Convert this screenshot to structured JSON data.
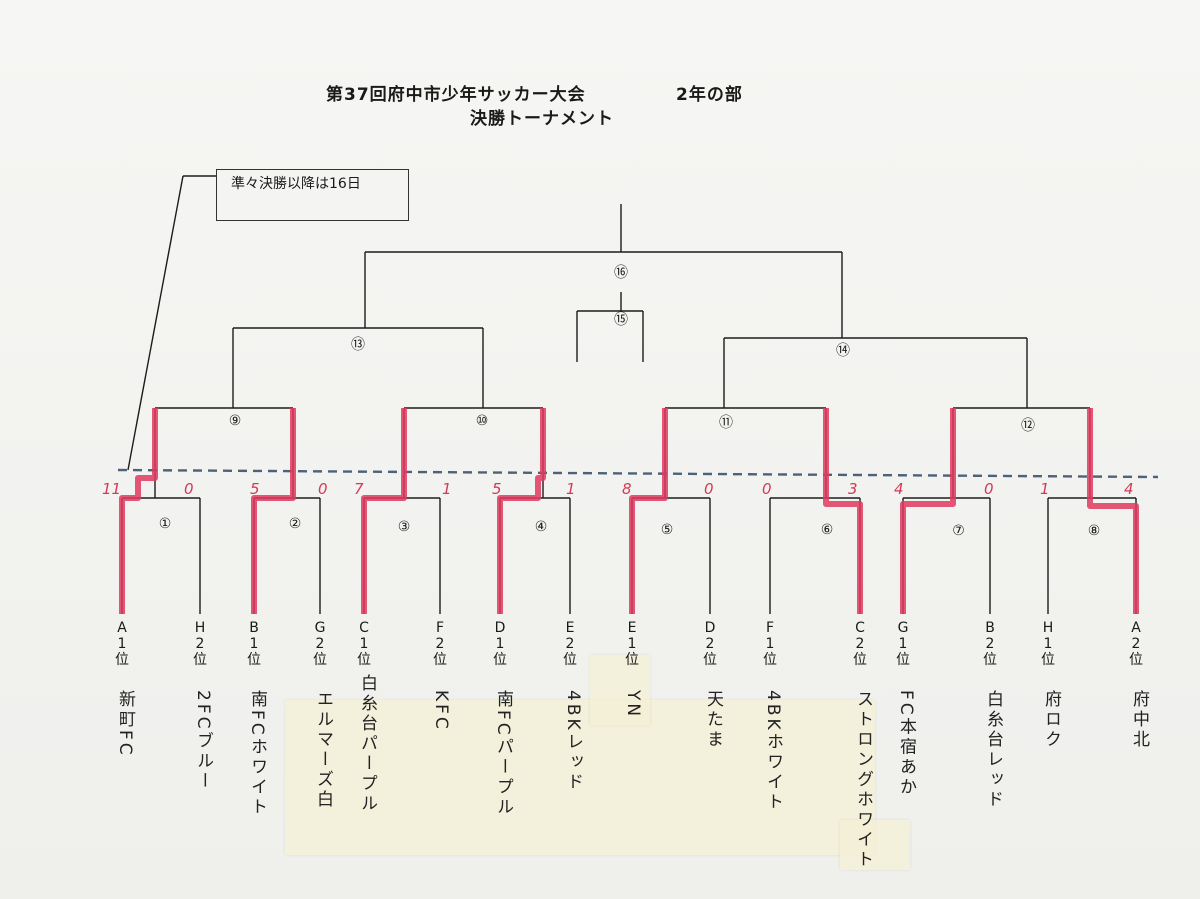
{
  "title": {
    "main": "第37回府中市少年サッカー大会",
    "year": "2年の部",
    "sub": "決勝トーナメント"
  },
  "note": "準々決勝以降は16日",
  "matches": [
    "①",
    "②",
    "③",
    "④",
    "⑤",
    "⑥",
    "⑦",
    "⑧",
    "⑨",
    "⑩",
    "⑪",
    "⑫",
    "⑬",
    "⑭",
    "⑮",
    "⑯"
  ],
  "scores": [
    "11",
    "0",
    "5",
    "0",
    "7",
    "1",
    "5",
    "1",
    "8",
    "0",
    "0",
    "3",
    "4",
    "0",
    "1",
    "4"
  ],
  "teams": [
    {
      "group": "A",
      "rank": "1",
      "pos": "位",
      "name": "新町FC"
    },
    {
      "group": "H",
      "rank": "2",
      "pos": "位",
      "name": "2FCブルー"
    },
    {
      "group": "B",
      "rank": "1",
      "pos": "位",
      "name": "南FCホワイト"
    },
    {
      "group": "G",
      "rank": "2",
      "pos": "位",
      "name": "エルマーズ白"
    },
    {
      "group": "C",
      "rank": "1",
      "pos": "位",
      "name": "白糸台パープル"
    },
    {
      "group": "F",
      "rank": "2",
      "pos": "位",
      "name": "KFC"
    },
    {
      "group": "D",
      "rank": "1",
      "pos": "位",
      "name": "南FCパープル"
    },
    {
      "group": "E",
      "rank": "2",
      "pos": "位",
      "name": "4BKレッド"
    },
    {
      "group": "E",
      "rank": "1",
      "pos": "位",
      "name": "YN"
    },
    {
      "group": "D",
      "rank": "2",
      "pos": "位",
      "name": "天たま"
    },
    {
      "group": "F",
      "rank": "1",
      "pos": "位",
      "name": "4BKホワイト"
    },
    {
      "group": "C",
      "rank": "2",
      "pos": "位",
      "name": "ストロングホワイト"
    },
    {
      "group": "G",
      "rank": "1",
      "pos": "位",
      "name": "FC本宿あか"
    },
    {
      "group": "B",
      "rank": "2",
      "pos": "位",
      "name": "白糸台レッド"
    },
    {
      "group": "H",
      "rank": "1",
      "pos": "位",
      "name": "府ロク"
    },
    {
      "group": "A",
      "rank": "2",
      "pos": "位",
      "name": "府中北"
    }
  ],
  "colors": {
    "line": "#1c1c1c",
    "highlight": "#e0395e",
    "dashed": "#4d6279",
    "score": "#d43a55"
  }
}
